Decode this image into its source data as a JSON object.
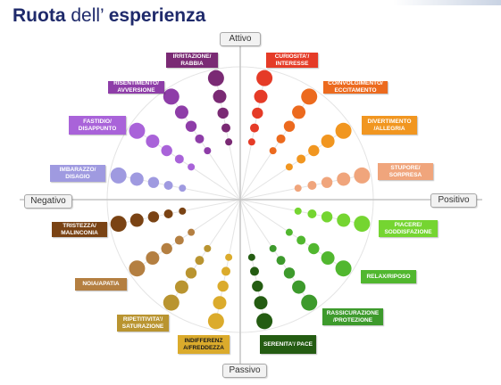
{
  "title": {
    "bold1": "Ruota",
    "normal": " dell’ ",
    "bold2": "esperienza"
  },
  "axes": {
    "top": "Attivo",
    "bottom": "Passivo",
    "left": "Negativo",
    "right": "Positivo"
  },
  "emotions": [
    {
      "key": "irritazione",
      "label": "IRRITAZIONE/ RABBIA",
      "color": "#7a2a74"
    },
    {
      "key": "curiosita",
      "label": "CURIOSITA’/ INTERESSE",
      "color": "#e53b27"
    },
    {
      "key": "risentimento",
      "label": "RISENTIMENTO/ AVVERSIONE",
      "color": "#8e3da8"
    },
    {
      "key": "coinvolgimento",
      "label": "COINVOLGIMENTO/ ECCITAMENTO",
      "color": "#ec6a1e"
    },
    {
      "key": "fastidio",
      "label": "FASTIDIO/ DISAPPUNTO",
      "color": "#a963d9"
    },
    {
      "key": "divertimento",
      "label": "DIVERTIMENTO /ALLEGRIA",
      "color": "#f19620"
    },
    {
      "key": "imbarazzo",
      "label": "IMBARAZZO/ DISAGIO",
      "color": "#9f9ae0"
    },
    {
      "key": "stupore",
      "label": "STUPORE/ SORPRESA",
      "color": "#f0a57c"
    },
    {
      "key": "tristezza",
      "label": "TRISTEZZA/ MALINCONIA",
      "color": "#7a4314"
    },
    {
      "key": "piacere",
      "label": "PIACERE/ SODDISFAZIONE",
      "color": "#75d531"
    },
    {
      "key": "noia",
      "label": "NOIA/APATIA",
      "color": "#b47f41"
    },
    {
      "key": "relax",
      "label": "RELAX/RIPOSO",
      "color": "#51b72f"
    },
    {
      "key": "ripetitivita",
      "label": "RIPETITIVITA’/ SATURAZIONE",
      "color": "#b99430"
    },
    {
      "key": "rassicurazione",
      "label": "RASSICURAZIONE /PROTEZIONE",
      "color": "#3d9a2c"
    },
    {
      "key": "indifferenza",
      "label": "INDIFFERENZ A/FREDDEZZA",
      "color": "#dbab2c"
    },
    {
      "key": "serenita",
      "label": "SERENITA’/ PACE",
      "color": "#245c12"
    }
  ]
}
